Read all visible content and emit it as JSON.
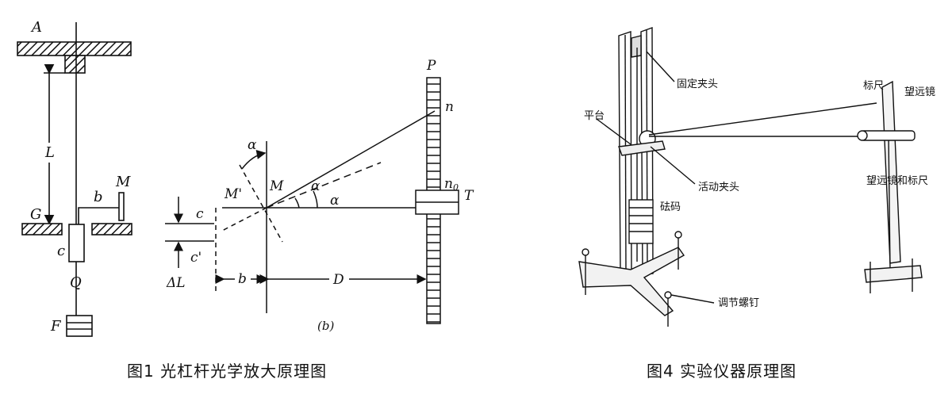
{
  "figure1": {
    "caption": "图1    光杠杆光学放大原理图",
    "labels": {
      "A": "A",
      "L": "L",
      "G": "G",
      "M": "M",
      "b": "b",
      "c": "c",
      "Q": "Q",
      "F": "F"
    }
  },
  "figure_b": {
    "labels": {
      "P": "P",
      "n": "n",
      "n0": "n",
      "n0_sub": "0",
      "T": "T",
      "alpha_top": "α",
      "alpha_mid": "α",
      "alpha_low": "α",
      "M_prime": "M'",
      "M": "M",
      "c": "c",
      "c_prime": "c'",
      "deltaL": "ΔL",
      "b": "b",
      "D": "D",
      "sub_caption": "(b)"
    }
  },
  "figure4": {
    "caption": "图4    实验仪器原理图",
    "labels": {
      "fixed_clamp": "固定夹头",
      "platform": "平台",
      "moving_clamp": "活动夹头",
      "weights": "砝码",
      "adjust_screw": "调节螺钉",
      "scale": "标尺",
      "telescope": "望远镜",
      "telescope_and_scale": "望远镜和标尺"
    }
  },
  "colors": {
    "ink": "#111111",
    "background": "#ffffff"
  }
}
